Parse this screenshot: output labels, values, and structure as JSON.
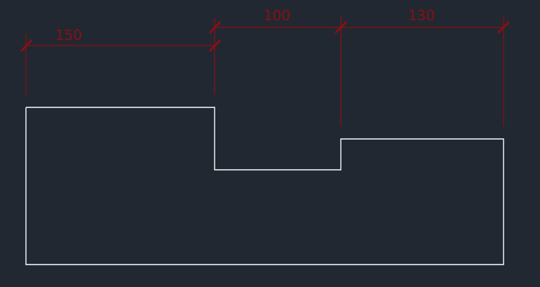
{
  "colors": {
    "background": "#222831",
    "outline": "#ffffff",
    "dimension": "#8b0f14"
  },
  "dimensions": [
    {
      "id": "dim-150",
      "label": "150"
    },
    {
      "id": "dim-100",
      "label": "100"
    },
    {
      "id": "dim-130",
      "label": "130"
    }
  ]
}
